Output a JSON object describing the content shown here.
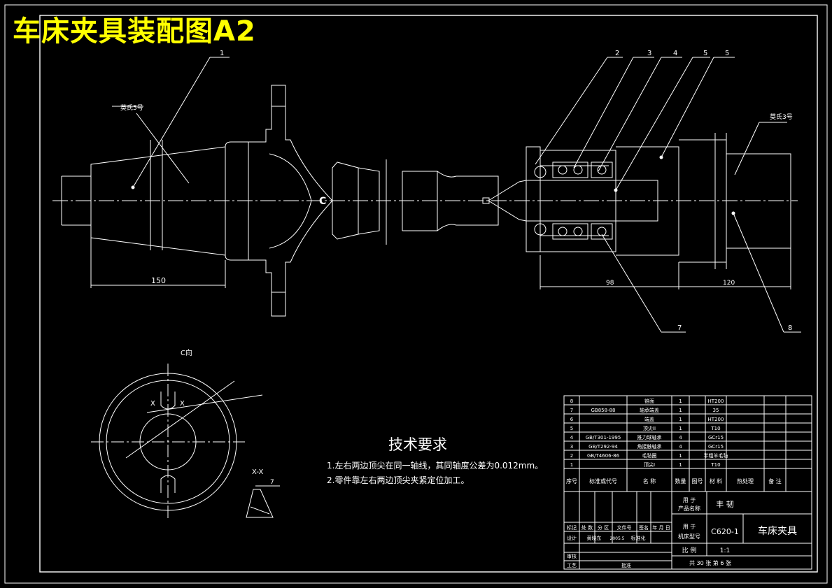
{
  "drawing": {
    "title": "车床夹具装配图A2",
    "leaders": [
      "1",
      "2",
      "3",
      "4",
      "5",
      "5",
      "7",
      "8"
    ],
    "center_labels": [
      "莫氏5号",
      "莫氏3号"
    ],
    "dims": {
      "d150": "150",
      "d98": "98",
      "d120": "120",
      "view_c": "C",
      "section_label": "C向",
      "section_xx": "X-X",
      "x1": "X",
      "x2": "X",
      "dim_7": "7"
    }
  },
  "tech_requirements": {
    "heading": "技术要求",
    "items": [
      "1.左右两边顶尖在同一轴线，其同轴度公差为0.012mm。",
      "2.零件靠左右两边顶尖夹紧定位加工。"
    ]
  },
  "parts_list": {
    "headers": [
      "序号",
      "标准或代号",
      "名  称",
      "数量",
      "图号",
      "材 料",
      "热处理",
      "备 注"
    ],
    "rows": [
      [
        "8",
        "",
        "锥面",
        "1",
        "",
        "HT200",
        "",
        ""
      ],
      [
        "7",
        "GB858-88",
        "轴承端盖",
        "1",
        "",
        "35",
        "",
        ""
      ],
      [
        "6",
        "",
        "端盖",
        "1",
        "",
        "HT200",
        "",
        ""
      ],
      [
        "5",
        "",
        "顶尖II",
        "1",
        "",
        "T10",
        "",
        ""
      ],
      [
        "4",
        "GB/T301-1995",
        "推力球轴承",
        "4",
        "",
        "GCr15",
        "",
        ""
      ],
      [
        "3",
        "GB/T292-94",
        "角接触轴承",
        "4",
        "",
        "GCr15",
        "",
        ""
      ],
      [
        "2",
        "GB/T4606-86",
        "毛毡圈",
        "1",
        "",
        "半粗羊毛毡",
        "",
        ""
      ],
      [
        "1",
        "",
        "顶尖I",
        "1",
        "",
        "T10",
        "",
        ""
      ]
    ]
  },
  "title_block": {
    "used_for": "用 于",
    "product_name": "产品名称",
    "product_value": "丰 韧",
    "used_for2": "用 于",
    "machine_model": "机床型号",
    "machine_value": "C620-1",
    "drawing_name": "车床夹具",
    "scale_label": "比 例",
    "scale_value": "1:1",
    "sheets": "共 30 张  第 6 张",
    "rev_headers": [
      "标记",
      "处 数",
      "分 区",
      "文件号",
      "签名",
      "年 月 日"
    ],
    "design": "设计",
    "designer": "黄晓东",
    "design_date": "2005.5",
    "standardize": "标准化",
    "check": "审核",
    "process": "工艺",
    "approve": "批准"
  }
}
